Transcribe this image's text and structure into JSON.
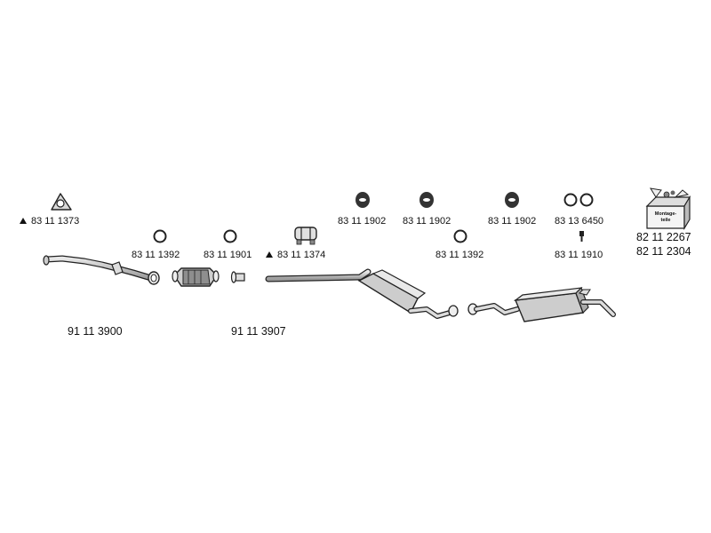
{
  "parts": {
    "gasket_flange": "83 11 1373",
    "ring_left": "83 11 1392",
    "ring_cat": "83 11 1901",
    "clamp": "83 11 1374",
    "hanger_1": "83 11 1902",
    "hanger_2": "83 11 1902",
    "ring_center": "83 11 1392",
    "hanger_3": "83 11 1902",
    "rings_pair": "83 13 6450",
    "bolt": "83 11 1910",
    "kit_1": "82 11 2267",
    "kit_2": "82 11 2304",
    "pipe_front": "91 11 3900",
    "cat_converter": "91 11 3907"
  },
  "kit_box_label": "Montage-\nteile"
}
